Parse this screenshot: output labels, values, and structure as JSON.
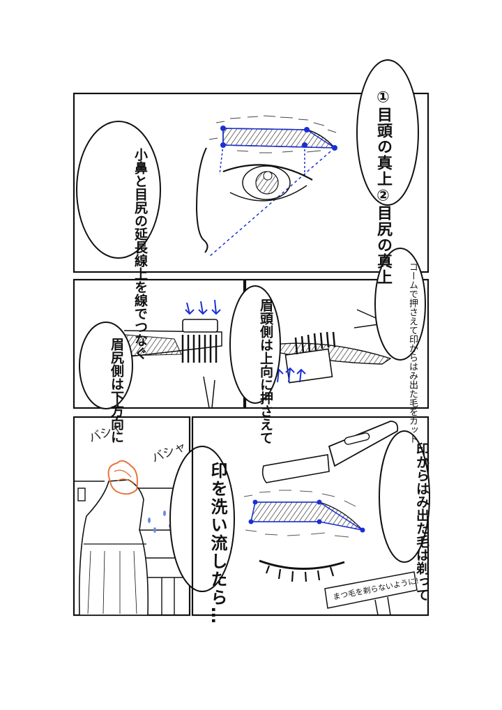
{
  "panel1": {
    "caption_1": "①目頭の真上",
    "caption_2": "②目尻の真上",
    "caption_3": "小鼻と目尻の延長線上を線でつなぐ"
  },
  "panel2": {
    "caption": "眉尻側は下方向に"
  },
  "panel3": {
    "caption_1": "眉頭側は上向に押さえて",
    "caption_2": "コームで押さえて印からはみ出た毛をカット"
  },
  "panel4": {
    "sfx_1": "バシャ",
    "sfx_2": "バシャ"
  },
  "panel5": {
    "caption": "印を洗い流したら…"
  },
  "panel6": {
    "caption": "印からはみ出た毛は剃って",
    "sign": "まつ毛を剃らないように!"
  },
  "colors": {
    "accent": "#1a2fd6",
    "hair": "#e8743b",
    "ink": "#111111"
  }
}
